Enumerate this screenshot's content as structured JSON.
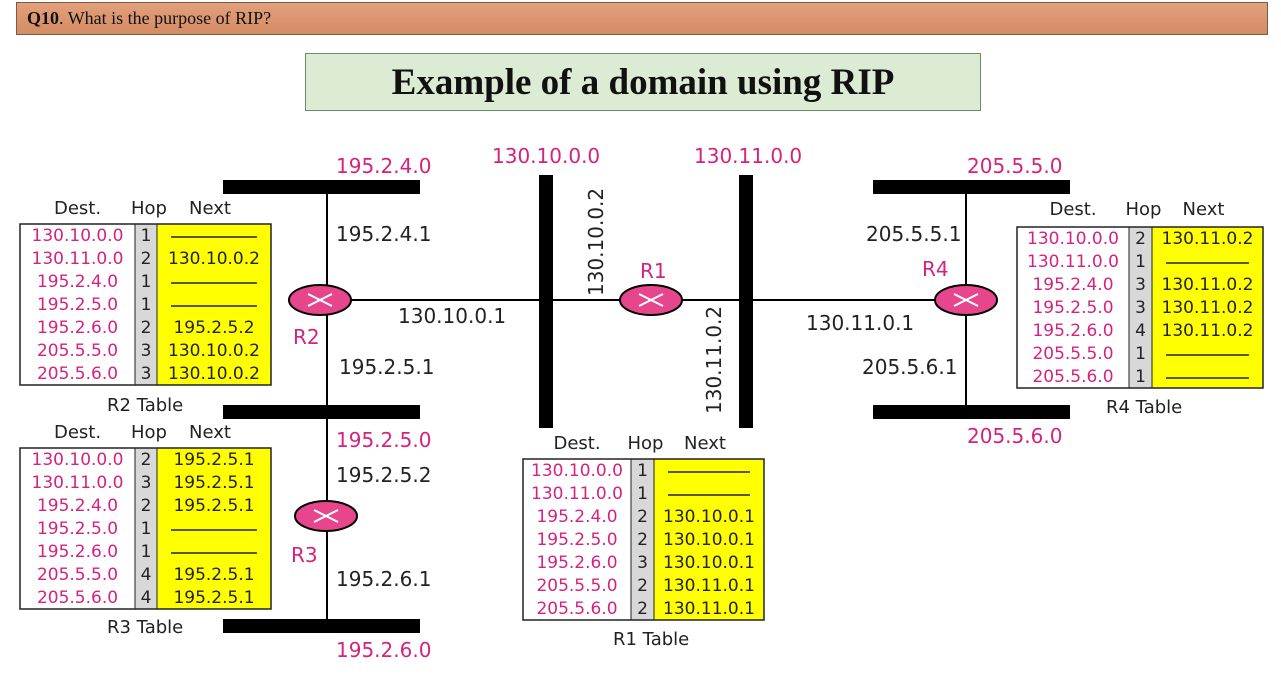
{
  "question": {
    "number": "Q10",
    "text": ". What is the purpose of RIP?"
  },
  "title": "Example of a domain using RIP",
  "networks": {
    "n195_2_4": "195.2.4.0",
    "n130_10": "130.10.0.0",
    "n130_11": "130.11.0.0",
    "n205_5_5": "205.5.5.0",
    "n195_2_5": "195.2.5.0",
    "n205_5_6": "205.5.6.0",
    "n195_2_6": "195.2.6.0"
  },
  "routers": {
    "r1": "R1",
    "r2": "R2",
    "r3": "R3",
    "r4": "R4"
  },
  "interfaces": {
    "r2_up": "195.2.4.1",
    "r2_right": "130.10.0.1",
    "r2_down": "195.2.5.1",
    "r3_up": "195.2.5.2",
    "r3_down": "195.2.6.1",
    "r1_left": "130.10.0.2",
    "r1_right": "130.11.0.2",
    "r4_left": "130.11.0.1",
    "r4_up": "205.5.5.1",
    "r4_down": "205.5.6.1"
  },
  "table_headers": {
    "dest": "Dest.",
    "hop": "Hop",
    "next": "Next"
  },
  "tables": {
    "r2": {
      "caption": "R2 Table",
      "rows": [
        {
          "dest": "130.10.0.0",
          "hop": "1",
          "next": ""
        },
        {
          "dest": "130.11.0.0",
          "hop": "2",
          "next": "130.10.0.2"
        },
        {
          "dest": "195.2.4.0",
          "hop": "1",
          "next": ""
        },
        {
          "dest": "195.2.5.0",
          "hop": "1",
          "next": ""
        },
        {
          "dest": "195.2.6.0",
          "hop": "2",
          "next": "195.2.5.2"
        },
        {
          "dest": "205.5.5.0",
          "hop": "3",
          "next": "130.10.0.2"
        },
        {
          "dest": "205.5.6.0",
          "hop": "3",
          "next": "130.10.0.2"
        }
      ]
    },
    "r3": {
      "caption": "R3 Table",
      "rows": [
        {
          "dest": "130.10.0.0",
          "hop": "2",
          "next": "195.2.5.1"
        },
        {
          "dest": "130.11.0.0",
          "hop": "3",
          "next": "195.2.5.1"
        },
        {
          "dest": "195.2.4.0",
          "hop": "2",
          "next": "195.2.5.1"
        },
        {
          "dest": "195.2.5.0",
          "hop": "1",
          "next": ""
        },
        {
          "dest": "195.2.6.0",
          "hop": "1",
          "next": ""
        },
        {
          "dest": "205.5.5.0",
          "hop": "4",
          "next": "195.2.5.1"
        },
        {
          "dest": "205.5.6.0",
          "hop": "4",
          "next": "195.2.5.1"
        }
      ]
    },
    "r1": {
      "caption": "R1 Table",
      "rows": [
        {
          "dest": "130.10.0.0",
          "hop": "1",
          "next": ""
        },
        {
          "dest": "130.11.0.0",
          "hop": "1",
          "next": ""
        },
        {
          "dest": "195.2.4.0",
          "hop": "2",
          "next": "130.10.0.1"
        },
        {
          "dest": "195.2.5.0",
          "hop": "2",
          "next": "130.10.0.1"
        },
        {
          "dest": "195.2.6.0",
          "hop": "3",
          "next": "130.10.0.1"
        },
        {
          "dest": "205.5.5.0",
          "hop": "2",
          "next": "130.11.0.1"
        },
        {
          "dest": "205.5.6.0",
          "hop": "2",
          "next": "130.11.0.1"
        }
      ]
    },
    "r4": {
      "caption": "R4 Table",
      "rows": [
        {
          "dest": "130.10.0.0",
          "hop": "2",
          "next": "130.11.0.2"
        },
        {
          "dest": "130.11.0.0",
          "hop": "1",
          "next": ""
        },
        {
          "dest": "195.2.4.0",
          "hop": "3",
          "next": "130.11.0.2"
        },
        {
          "dest": "195.2.5.0",
          "hop": "3",
          "next": "130.11.0.2"
        },
        {
          "dest": "195.2.6.0",
          "hop": "4",
          "next": "130.11.0.2"
        },
        {
          "dest": "205.5.5.0",
          "hop": "1",
          "next": ""
        },
        {
          "dest": "205.5.6.0",
          "hop": "1",
          "next": ""
        }
      ]
    }
  },
  "colors": {
    "network_label": "#d4237e",
    "router_fill": "#e8468c",
    "next_column": "#ffff00",
    "hop_column": "#d8d8d8"
  }
}
